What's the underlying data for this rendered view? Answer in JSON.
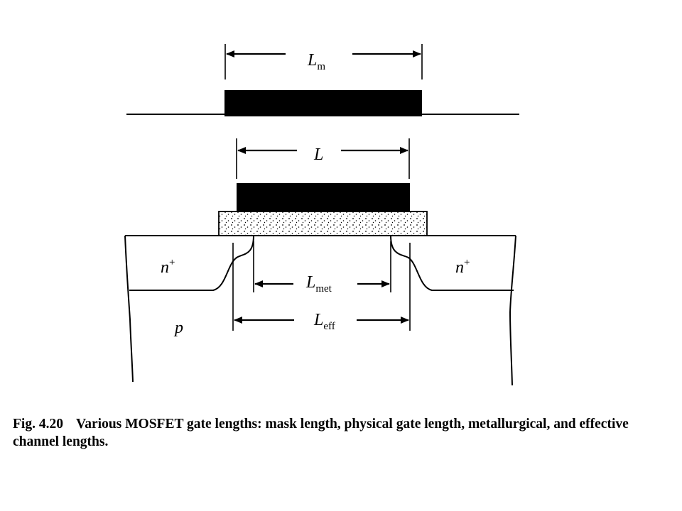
{
  "labels": {
    "mask_length": {
      "main": "L",
      "sub": "m"
    },
    "gate_length": {
      "main": "L"
    },
    "metallurgical_length": {
      "main": "L",
      "sub": "met"
    },
    "effective_length": {
      "main": "L",
      "sub": "eff"
    },
    "source_region": {
      "main": "n",
      "sup": "+"
    },
    "drain_region": {
      "main": "n",
      "sup": "+"
    },
    "substrate": {
      "main": "p"
    }
  },
  "caption": {
    "figure_number": "Fig. 4.20",
    "text": "Various MOSFET gate lengths: mask length, physical gate length, metallurgical, and effective channel lengths."
  },
  "colors": {
    "ink": "#000000",
    "background": "#ffffff"
  }
}
